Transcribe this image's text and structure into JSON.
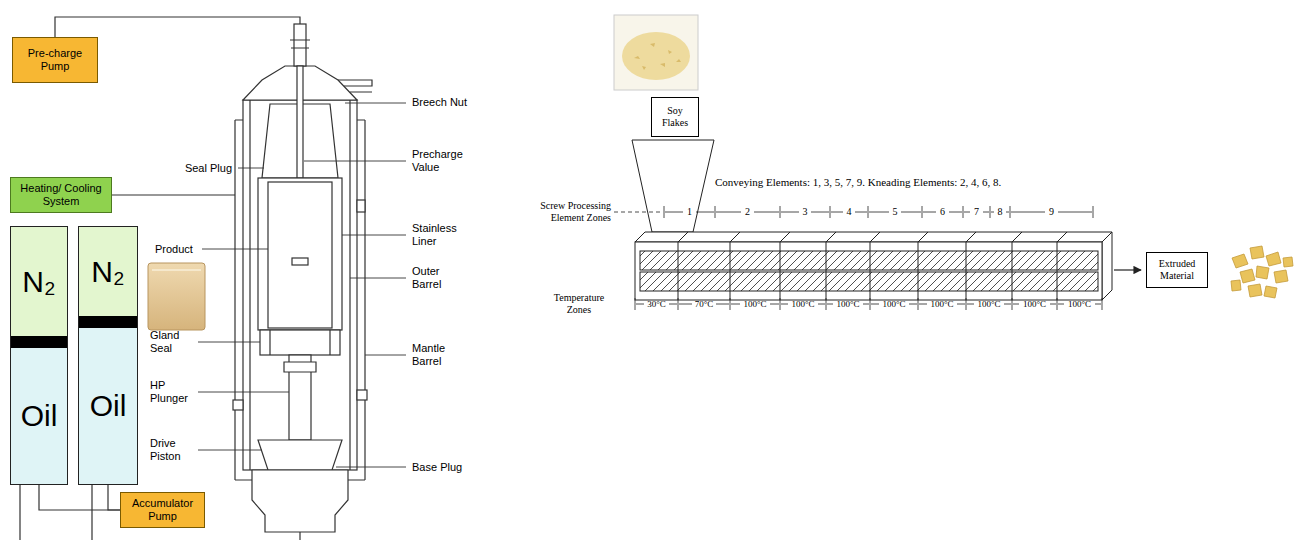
{
  "diagram": {
    "nodes": [
      {
        "text": [
          "Pre-charge Pump"
        ]
      },
      {
        "text": [
          "Heating/ Cooling System"
        ]
      },
      {
        "text": [
          "N₂",
          "Oil"
        ]
      },
      {
        "text": [
          "N₂",
          "Oil"
        ]
      },
      {
        "text": [
          "Accumulator Pump"
        ]
      },
      {
        "text": [
          "Soy Flakes"
        ]
      },
      {
        "text": [
          "Extruded Material"
        ]
      }
    ],
    "edges": [
      {
        "from": 2,
        "to": 4,
        "arrow": "none"
      },
      {
        "from": 3,
        "to": 4,
        "arrow": "none"
      }
    ],
    "labels": [
      "Breech Nut",
      "Seal Plug",
      "Precharge Value",
      "Product",
      "Stainless Liner",
      "Outer Barrel",
      "Gland Seal",
      "Mantle Barrel",
      "HP Plunger",
      "Drive Piston",
      "Base Plug",
      "Conveying Elements: 1, 3, 5, 7, 9. Kneading Elements: 2, 4, 6, 8.",
      "Screw Processing Element Zones",
      "1",
      "2",
      "3",
      "4",
      "5",
      "6",
      "7",
      "8",
      "9",
      "Temperature Zones",
      "30°C",
      "70°C",
      "100°C",
      "100°C",
      "100°C",
      "100°C",
      "100°C",
      "100°C",
      "100°C",
      "100°C"
    ]
  }
}
